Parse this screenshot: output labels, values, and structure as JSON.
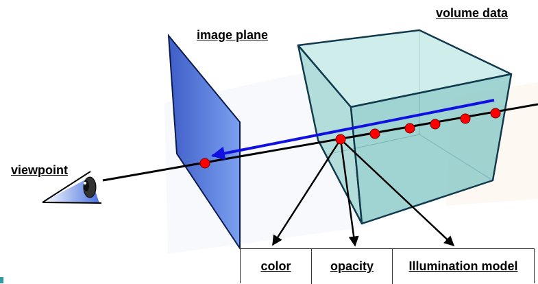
{
  "labels": {
    "volume_data": "volume data",
    "image_plane": "image plane",
    "viewpoint": "viewpoint"
  },
  "table": {
    "cells": [
      "color",
      "opacity",
      "Illumination model"
    ]
  },
  "colors": {
    "cube_fill": "#9fd4d2",
    "cube_edge": "#123a4e",
    "plane_fill": "#5b7fe0",
    "ray_arrow": "#1010e0",
    "sample_points": "#ff0000",
    "eye_fill": "#5a82e8"
  },
  "sample_point_count": 7
}
